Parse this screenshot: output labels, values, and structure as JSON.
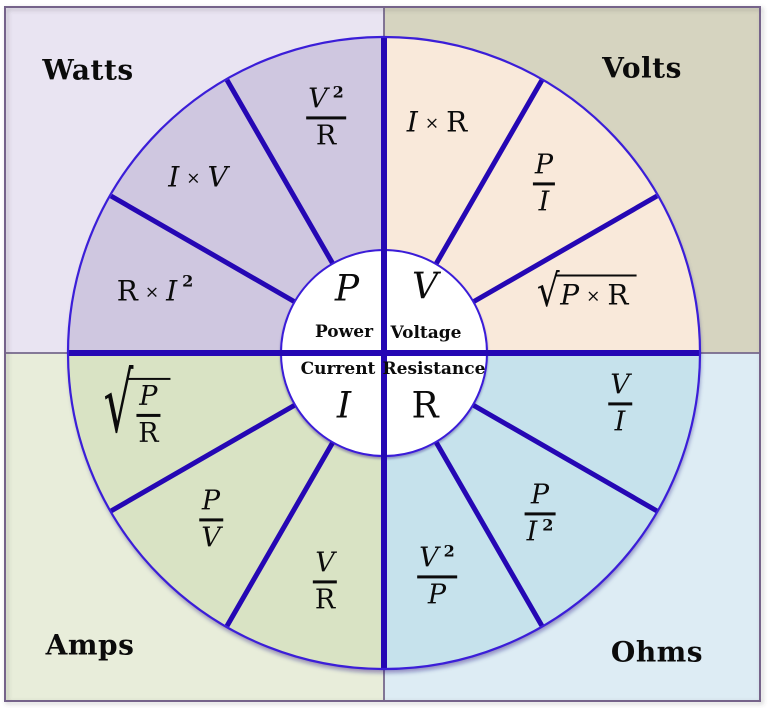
{
  "diagram": {
    "kind": "ohms-law-formula-wheel"
  },
  "colors": {
    "background": "#ffffff",
    "frame_border": "#75638a",
    "divider_gray": "#76688c",
    "line_thick": "#2507b4",
    "line_thin": "#3b1ed8",
    "center_fill": "#ffffff",
    "text": "#0b0b0b",
    "quadrant_bg": {
      "watts": "#e9e4f2",
      "volts": "#d6d4c0",
      "amps": "#e8edda",
      "ohms": "#ddecf4"
    },
    "sector_fill": {
      "watts": "#cfc7e0",
      "volts": "#f9e9da",
      "amps": "#d9e3c4",
      "ohms": "#c6e2ec"
    }
  },
  "quadrants": {
    "watts": {
      "label": "Watts",
      "symbol": "P",
      "word": "Power"
    },
    "volts": {
      "label": "Volts",
      "symbol": "V",
      "word": "Voltage"
    },
    "amps": {
      "label": "Amps",
      "symbol": "I",
      "word": "Current"
    },
    "ohms": {
      "label": "Ohms",
      "symbol": "R",
      "word": "Resistance"
    }
  },
  "formulas": {
    "watts_1": {
      "num": "V",
      "num_sup": "2",
      "den": "R"
    },
    "watts_2": {
      "a": "I",
      "times": "×",
      "b": "V"
    },
    "watts_3": {
      "a": "R",
      "times": "×",
      "b": "I",
      "b_sup": "2"
    },
    "volts_1": {
      "a": "I",
      "times": "×",
      "b": "R"
    },
    "volts_2": {
      "num": "P",
      "den": "I"
    },
    "volts_3": {
      "radical": "√",
      "a": "P",
      "times": "×",
      "b": "R"
    },
    "amps_1": {
      "radical": "√",
      "num": "P",
      "den": "R"
    },
    "amps_2": {
      "num": "P",
      "den": "V"
    },
    "amps_3": {
      "num": "V",
      "den": "R"
    },
    "ohms_1": {
      "num": "V",
      "den": "I"
    },
    "ohms_2": {
      "num": "P",
      "den": "I",
      "den_sup": "2"
    },
    "ohms_3": {
      "num": "V",
      "num_sup": "2",
      "den": "P"
    }
  }
}
